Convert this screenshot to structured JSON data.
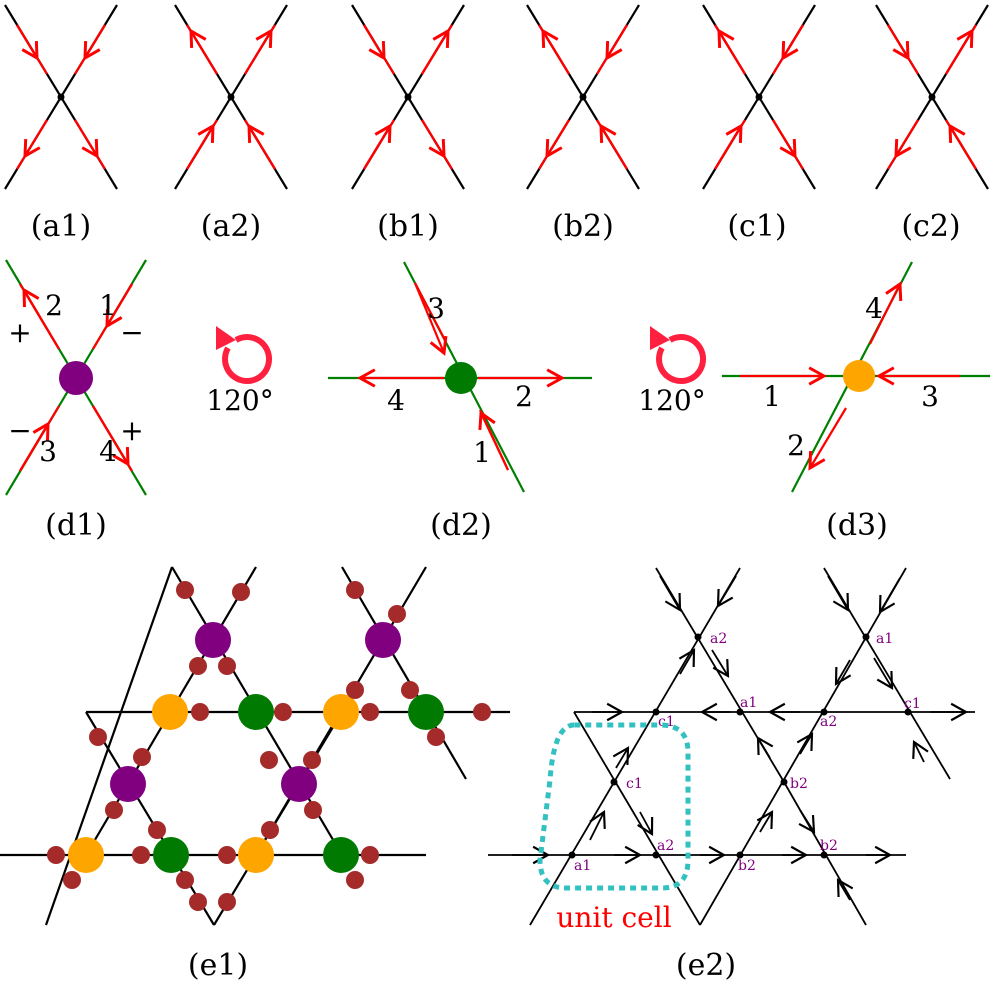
{
  "colors": {
    "line": "#000000",
    "arrow": "#ff0000",
    "stub_green": "#008000",
    "purple": "#800080",
    "green": "#007a00",
    "orange": "#ffa500",
    "maroon": "#a52a2a",
    "teal": "#33c0c0",
    "site_text": "#800080",
    "rotate": "#ff2040"
  },
  "panels": {
    "a1": "(a1)",
    "a2": "(a2)",
    "b1": "(b1)",
    "b2": "(b2)",
    "c1": "(c1)",
    "c2": "(c2)",
    "d1": "(d1)",
    "d2": "(d2)",
    "d3": "(d3)",
    "e1": "(e1)",
    "e2": "(e2)"
  },
  "d1_legs": {
    "n1": "1",
    "n2": "2",
    "n3": "3",
    "n4": "4",
    "s_tl": "+",
    "s_tr": "−",
    "s_bl": "−",
    "s_br": "+"
  },
  "d2_legs": {
    "n1": "1",
    "n2": "2",
    "n3": "3",
    "n4": "4"
  },
  "d3_legs": {
    "n1": "1",
    "n2": "2",
    "n3": "3",
    "n4": "4"
  },
  "rotation": {
    "left": "120°",
    "right": "120°",
    "icon": "clockwise-arrow"
  },
  "e2_sites": {
    "a2_top": "a2",
    "a1_top": "a1",
    "c1_top": "c1",
    "a1_mid": "a1",
    "a2_mid": "a2",
    "c1_right": "c1",
    "c1_left": "c1",
    "b2_mid": "b2",
    "a1_bot": "a1",
    "a2_bot": "a2",
    "b2_bot": "b2",
    "b2_right": "b2"
  },
  "unit_cell": "unit cell"
}
